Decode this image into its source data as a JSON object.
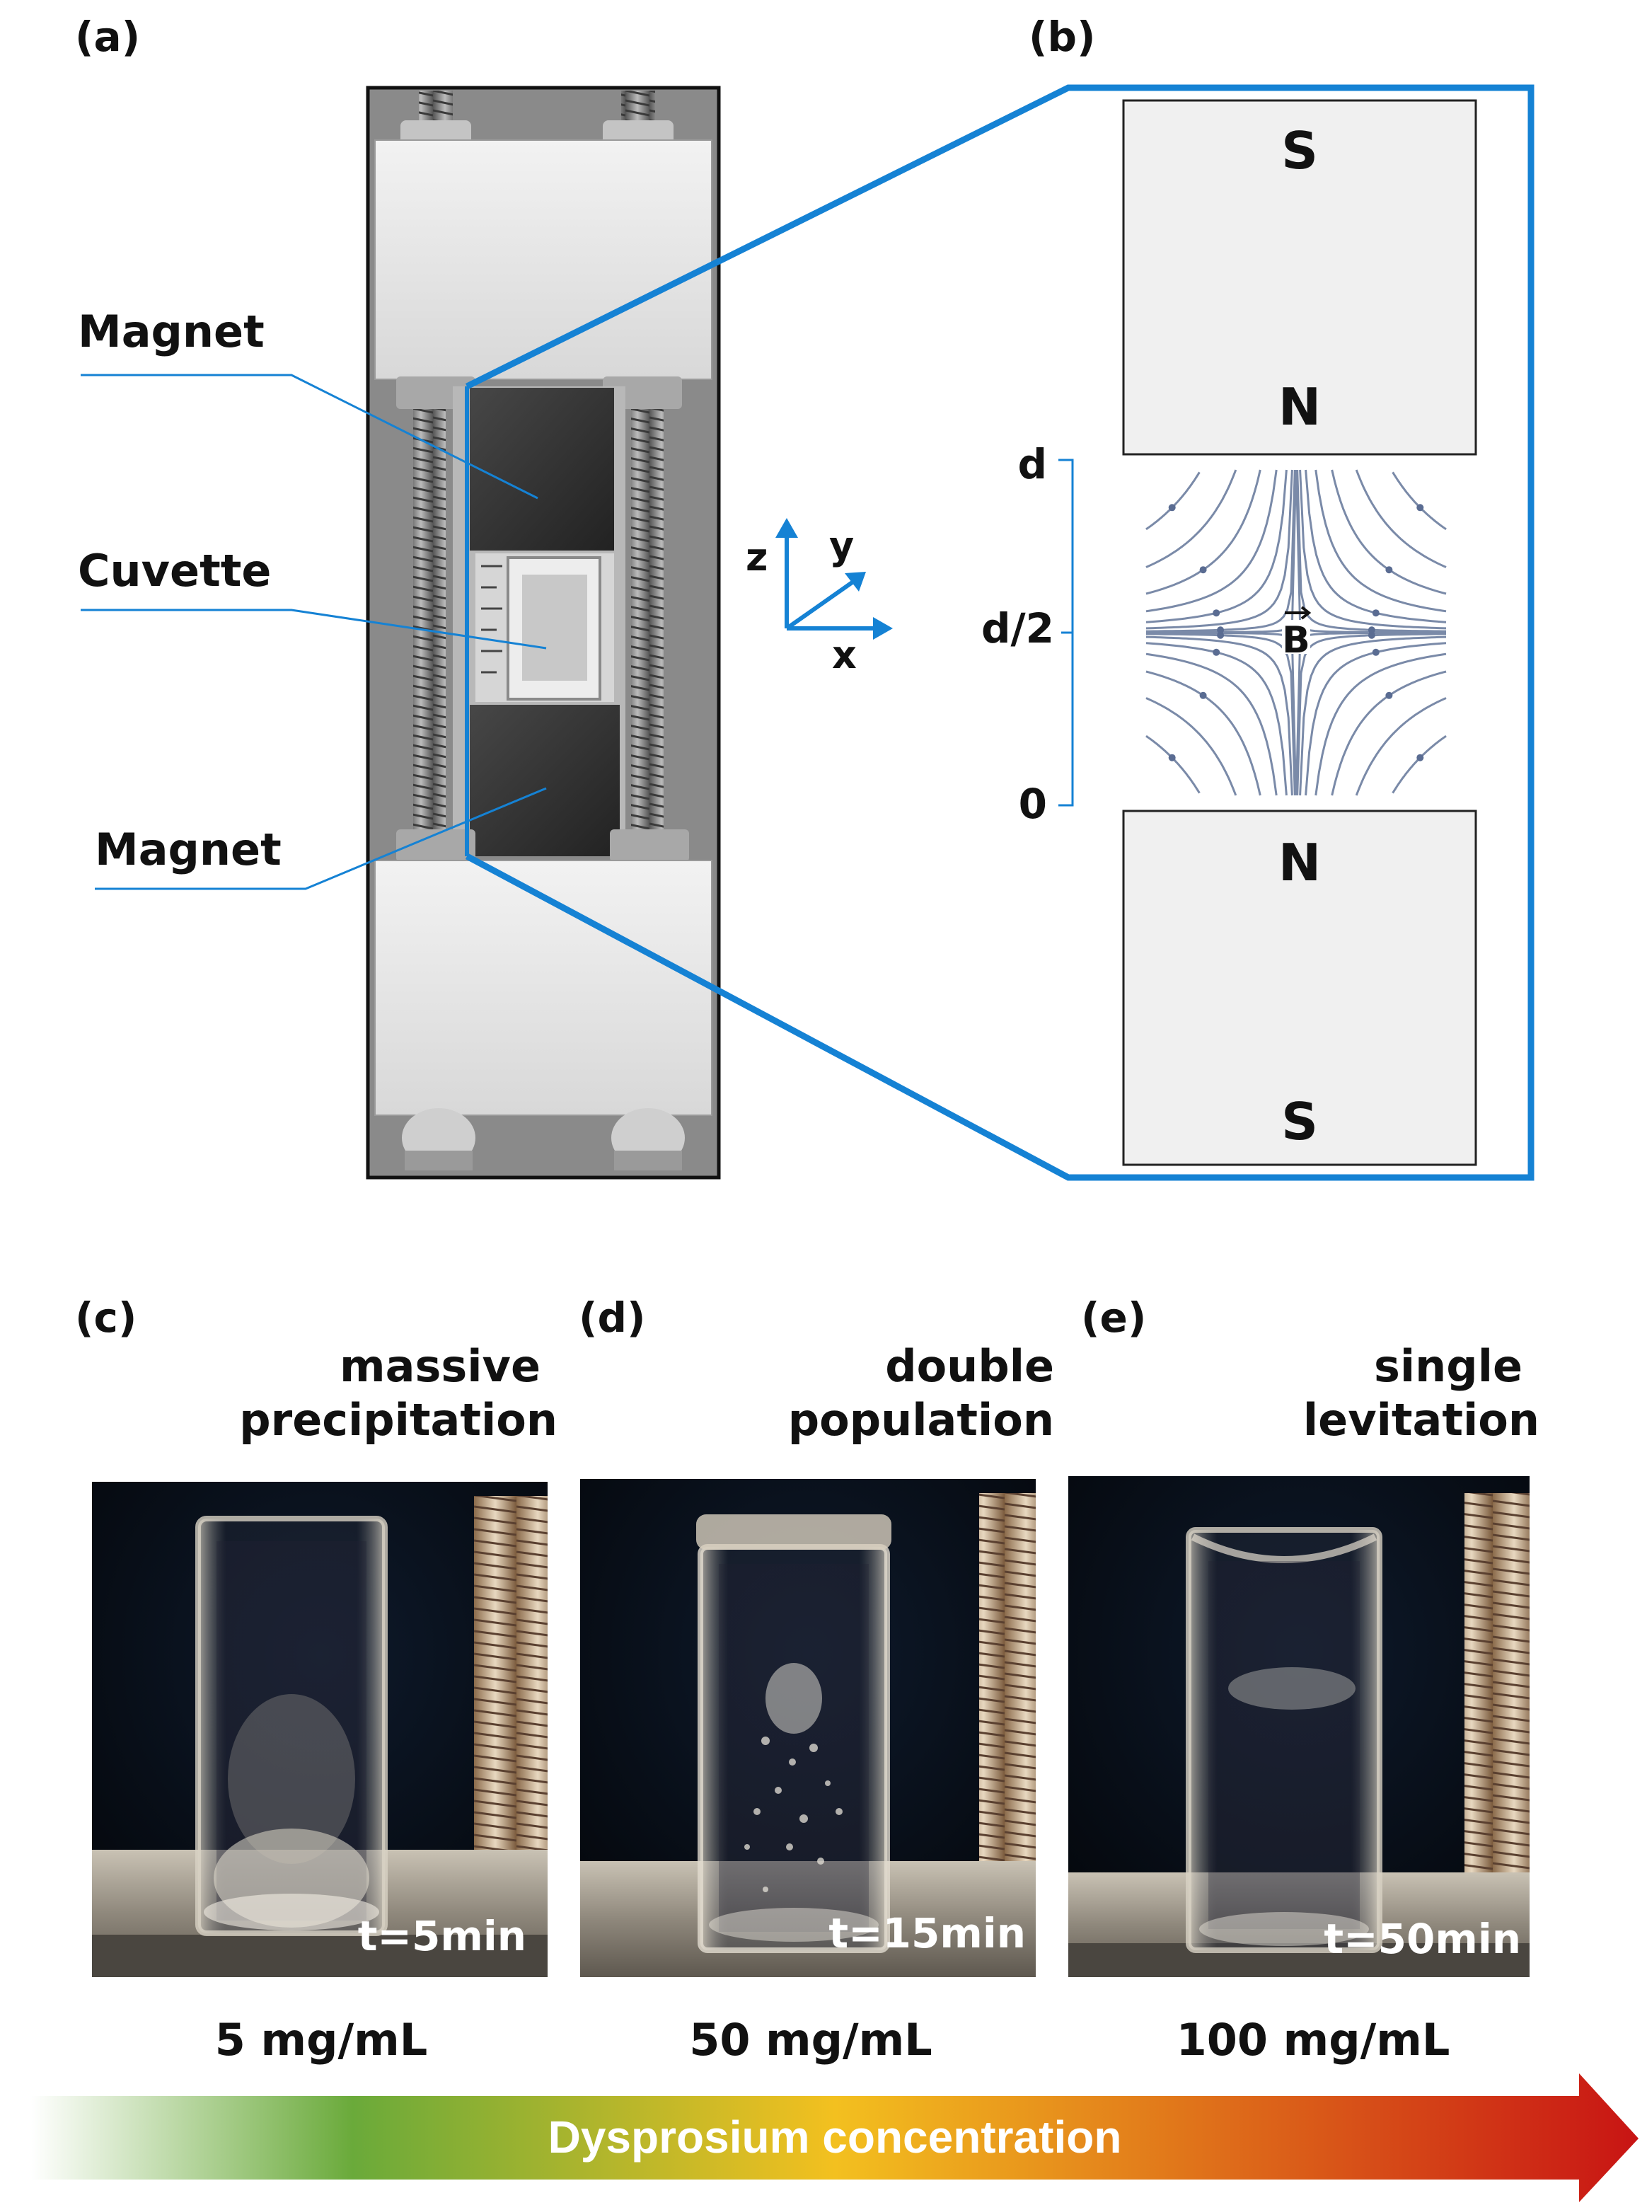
{
  "panels": {
    "a": {
      "label": "(a)",
      "callouts": {
        "magnet_top": "Magnet",
        "cuvette": "Cuvette",
        "magnet_bottom": "Magnet"
      },
      "axes": {
        "z": "z",
        "y": "y",
        "x": "x"
      }
    },
    "b": {
      "label": "(b)",
      "top_magnet": {
        "upper_pole": "S",
        "lower_pole": "N"
      },
      "bottom_magnet": {
        "upper_pole": "N",
        "lower_pole": "S"
      },
      "scale": {
        "top": "d",
        "middle": "d/2",
        "bottom": "0"
      },
      "field_label": "B"
    },
    "c": {
      "label": "(c)",
      "caption_line1": "massive",
      "caption_line2": "precipitation",
      "time": "t=5min",
      "concentration": "5 mg/mL"
    },
    "d": {
      "label": "(d)",
      "caption_line1": "double",
      "caption_line2": "population",
      "time": "t=15min",
      "concentration": "50 mg/mL"
    },
    "e": {
      "label": "(e)",
      "caption_line1": "single",
      "caption_line2": "levitation",
      "time": "t=50min",
      "concentration": "100 mg/mL"
    }
  },
  "gradient_arrow": {
    "label": "Dysprosium concentration",
    "colors": [
      "#ffffff",
      "#6aaa3a",
      "#f3c01f",
      "#c81414"
    ]
  },
  "colors": {
    "accent_blue": "#1582d4",
    "field_line": "#7a8aa8",
    "magnet_fill": "#f0f0f0"
  }
}
